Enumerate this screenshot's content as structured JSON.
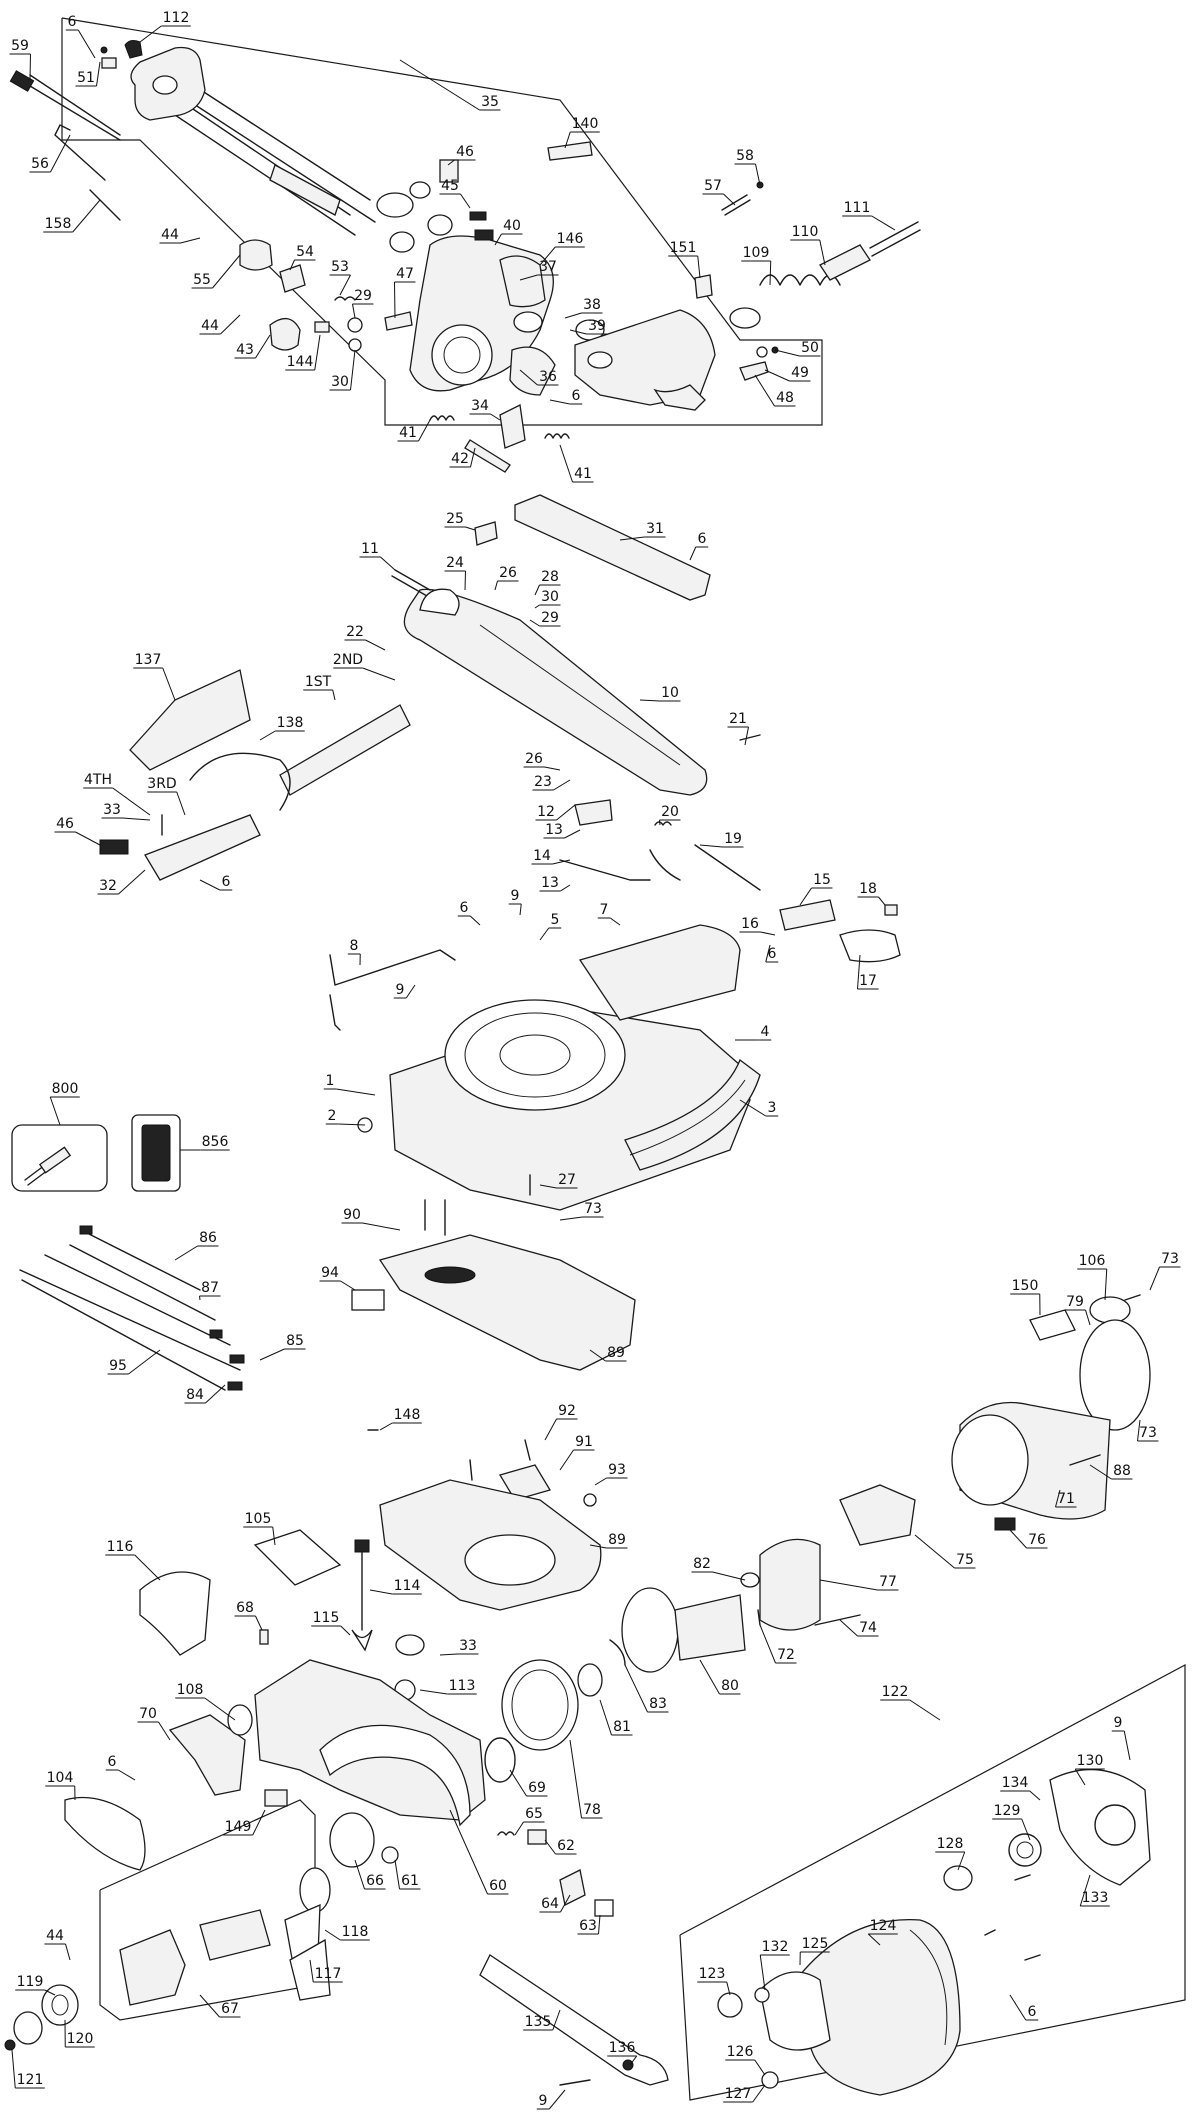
{
  "diagram": {
    "callouts": [
      {
        "id": "c112",
        "text": "112"
      },
      {
        "id": "c6a",
        "text": "6"
      },
      {
        "id": "c51",
        "text": "51"
      },
      {
        "id": "c59",
        "text": "59"
      },
      {
        "id": "c35",
        "text": "35"
      },
      {
        "id": "c140",
        "text": "140"
      },
      {
        "id": "c56",
        "text": "56"
      },
      {
        "id": "c46a",
        "text": "46"
      },
      {
        "id": "c58",
        "text": "58"
      },
      {
        "id": "c57",
        "text": "57"
      },
      {
        "id": "c45",
        "text": "45"
      },
      {
        "id": "c111",
        "text": "111"
      },
      {
        "id": "c110",
        "text": "110"
      },
      {
        "id": "c158",
        "text": "158"
      },
      {
        "id": "c40",
        "text": "40"
      },
      {
        "id": "c44a",
        "text": "44"
      },
      {
        "id": "c146",
        "text": "146"
      },
      {
        "id": "c151",
        "text": "151"
      },
      {
        "id": "c109",
        "text": "109"
      },
      {
        "id": "c55",
        "text": "55"
      },
      {
        "id": "c54",
        "text": "54"
      },
      {
        "id": "c37",
        "text": "37"
      },
      {
        "id": "c47",
        "text": "47"
      },
      {
        "id": "c53",
        "text": "53"
      },
      {
        "id": "c29a",
        "text": "29"
      },
      {
        "id": "c38",
        "text": "38"
      },
      {
        "id": "c44b",
        "text": "44"
      },
      {
        "id": "c39",
        "text": "39"
      },
      {
        "id": "c50",
        "text": "50"
      },
      {
        "id": "c43",
        "text": "43"
      },
      {
        "id": "c144",
        "text": "144"
      },
      {
        "id": "c49",
        "text": "49"
      },
      {
        "id": "c30a",
        "text": "30"
      },
      {
        "id": "c36",
        "text": "36"
      },
      {
        "id": "c48",
        "text": "48"
      },
      {
        "id": "c6b",
        "text": "6"
      },
      {
        "id": "c34",
        "text": "34"
      },
      {
        "id": "c41a",
        "text": "41"
      },
      {
        "id": "c42",
        "text": "42"
      },
      {
        "id": "c41b",
        "text": "41"
      },
      {
        "id": "c25",
        "text": "25"
      },
      {
        "id": "c31",
        "text": "31"
      },
      {
        "id": "c6c",
        "text": "6"
      },
      {
        "id": "c11",
        "text": "11"
      },
      {
        "id": "c24",
        "text": "24"
      },
      {
        "id": "c26a",
        "text": "26"
      },
      {
        "id": "c28",
        "text": "28"
      },
      {
        "id": "c30b",
        "text": "30"
      },
      {
        "id": "c29b",
        "text": "29"
      },
      {
        "id": "c22",
        "text": "22"
      },
      {
        "id": "c137",
        "text": "137"
      },
      {
        "id": "c2nd",
        "text": "2ND"
      },
      {
        "id": "c1st",
        "text": "1ST"
      },
      {
        "id": "c10",
        "text": "10"
      },
      {
        "id": "c138",
        "text": "138"
      },
      {
        "id": "c21",
        "text": "21"
      },
      {
        "id": "c26b",
        "text": "26"
      },
      {
        "id": "c4th",
        "text": "4TH"
      },
      {
        "id": "c3rd",
        "text": "3RD"
      },
      {
        "id": "c23",
        "text": "23"
      },
      {
        "id": "c33a",
        "text": "33"
      },
      {
        "id": "c12",
        "text": "12"
      },
      {
        "id": "c20",
        "text": "20"
      },
      {
        "id": "c46b",
        "text": "46"
      },
      {
        "id": "c13a",
        "text": "13"
      },
      {
        "id": "c19",
        "text": "19"
      },
      {
        "id": "c14",
        "text": "14"
      },
      {
        "id": "c32",
        "text": "32"
      },
      {
        "id": "c6d",
        "text": "6"
      },
      {
        "id": "c13b",
        "text": "13"
      },
      {
        "id": "c15",
        "text": "15"
      },
      {
        "id": "c18",
        "text": "18"
      },
      {
        "id": "c6e",
        "text": "6"
      },
      {
        "id": "c9a",
        "text": "9"
      },
      {
        "id": "c7",
        "text": "7"
      },
      {
        "id": "c5",
        "text": "5"
      },
      {
        "id": "c16",
        "text": "16"
      },
      {
        "id": "c8",
        "text": "8"
      },
      {
        "id": "c6f",
        "text": "6"
      },
      {
        "id": "c17",
        "text": "17"
      },
      {
        "id": "c9b",
        "text": "9"
      },
      {
        "id": "c4",
        "text": "4"
      },
      {
        "id": "c1",
        "text": "1"
      },
      {
        "id": "c800",
        "text": "800"
      },
      {
        "id": "c3",
        "text": "3"
      },
      {
        "id": "c2",
        "text": "2"
      },
      {
        "id": "c856",
        "text": "856"
      },
      {
        "id": "c27",
        "text": "27"
      },
      {
        "id": "c90",
        "text": "90"
      },
      {
        "id": "c73a",
        "text": "73"
      },
      {
        "id": "c86",
        "text": "86"
      },
      {
        "id": "c94",
        "text": "94"
      },
      {
        "id": "c87",
        "text": "87"
      },
      {
        "id": "c106",
        "text": "106"
      },
      {
        "id": "c73b",
        "text": "73"
      },
      {
        "id": "c150",
        "text": "150"
      },
      {
        "id": "c79",
        "text": "79"
      },
      {
        "id": "c85",
        "text": "85"
      },
      {
        "id": "c89a",
        "text": "89"
      },
      {
        "id": "c95",
        "text": "95"
      },
      {
        "id": "c84",
        "text": "84"
      },
      {
        "id": "c73c",
        "text": "73"
      },
      {
        "id": "c148",
        "text": "148"
      },
      {
        "id": "c92",
        "text": "92"
      },
      {
        "id": "c91",
        "text": "91"
      },
      {
        "id": "c88",
        "text": "88"
      },
      {
        "id": "c93",
        "text": "93"
      },
      {
        "id": "c71",
        "text": "71"
      },
      {
        "id": "c105",
        "text": "105"
      },
      {
        "id": "c89b",
        "text": "89"
      },
      {
        "id": "c76",
        "text": "76"
      },
      {
        "id": "c75",
        "text": "75"
      },
      {
        "id": "c116",
        "text": "116"
      },
      {
        "id": "c114",
        "text": "114"
      },
      {
        "id": "c77",
        "text": "77"
      },
      {
        "id": "c82",
        "text": "82"
      },
      {
        "id": "c68",
        "text": "68"
      },
      {
        "id": "c115",
        "text": "115"
      },
      {
        "id": "c72",
        "text": "72"
      },
      {
        "id": "c74",
        "text": "74"
      },
      {
        "id": "c33b",
        "text": "33"
      },
      {
        "id": "c113",
        "text": "113"
      },
      {
        "id": "c80",
        "text": "80"
      },
      {
        "id": "c108",
        "text": "108"
      },
      {
        "id": "c83",
        "text": "83"
      },
      {
        "id": "c70",
        "text": "70"
      },
      {
        "id": "c81",
        "text": "81"
      },
      {
        "id": "c122",
        "text": "122"
      },
      {
        "id": "c6g",
        "text": "6"
      },
      {
        "id": "c9c",
        "text": "9"
      },
      {
        "id": "c104",
        "text": "104"
      },
      {
        "id": "c69",
        "text": "69"
      },
      {
        "id": "c78",
        "text": "78"
      },
      {
        "id": "c134",
        "text": "134"
      },
      {
        "id": "c130",
        "text": "130"
      },
      {
        "id": "c149",
        "text": "149"
      },
      {
        "id": "c65",
        "text": "65"
      },
      {
        "id": "c129",
        "text": "129"
      },
      {
        "id": "c62",
        "text": "62"
      },
      {
        "id": "c128",
        "text": "128"
      },
      {
        "id": "c133",
        "text": "133"
      },
      {
        "id": "c66",
        "text": "66"
      },
      {
        "id": "c61",
        "text": "61"
      },
      {
        "id": "c60",
        "text": "60"
      },
      {
        "id": "c64",
        "text": "64"
      },
      {
        "id": "c124",
        "text": "124"
      },
      {
        "id": "c118",
        "text": "118"
      },
      {
        "id": "c63",
        "text": "63"
      },
      {
        "id": "c125",
        "text": "125"
      },
      {
        "id": "c44c",
        "text": "44"
      },
      {
        "id": "c132",
        "text": "132"
      },
      {
        "id": "c117",
        "text": "117"
      },
      {
        "id": "c123",
        "text": "123"
      },
      {
        "id": "c119",
        "text": "119"
      },
      {
        "id": "c135",
        "text": "135"
      },
      {
        "id": "c6h",
        "text": "6"
      },
      {
        "id": "c67",
        "text": "67"
      },
      {
        "id": "c120",
        "text": "120"
      },
      {
        "id": "c136",
        "text": "136"
      },
      {
        "id": "c126",
        "text": "126"
      },
      {
        "id": "c121",
        "text": "121"
      },
      {
        "id": "c9d",
        "text": "9"
      },
      {
        "id": "c127",
        "text": "127"
      }
    ]
  }
}
